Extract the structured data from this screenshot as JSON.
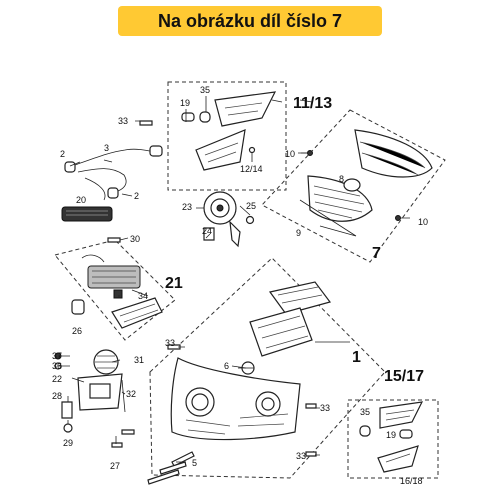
{
  "banner": {
    "text": "Na obrázku díl číslo 7",
    "color": "#ffc933"
  },
  "groups": {
    "g11_13": "11/13",
    "g7": "7",
    "g21": "21",
    "g1": "1",
    "g15_17": "15/17"
  },
  "callouts": {
    "c2a": "2",
    "c3": "3",
    "c2b": "2",
    "c20": "20",
    "c30": "30",
    "c33a": "33",
    "c19a": "19",
    "c35a": "35",
    "c12_14a": "12/14",
    "c10a": "10",
    "c8": "8",
    "c23": "23",
    "c25": "25",
    "c24": "24",
    "c9": "9",
    "c10b": "10",
    "c34": "34",
    "c26": "26",
    "c37": "37",
    "c36": "36",
    "c31": "31",
    "c22": "22",
    "c32": "32",
    "c28": "28",
    "c29": "29",
    "c27": "27",
    "c33b": "33",
    "c6": "6",
    "c33c": "33",
    "c33d": "33",
    "c5": "5",
    "c35b": "35",
    "c19b": "19",
    "c16_18": "16/18"
  }
}
